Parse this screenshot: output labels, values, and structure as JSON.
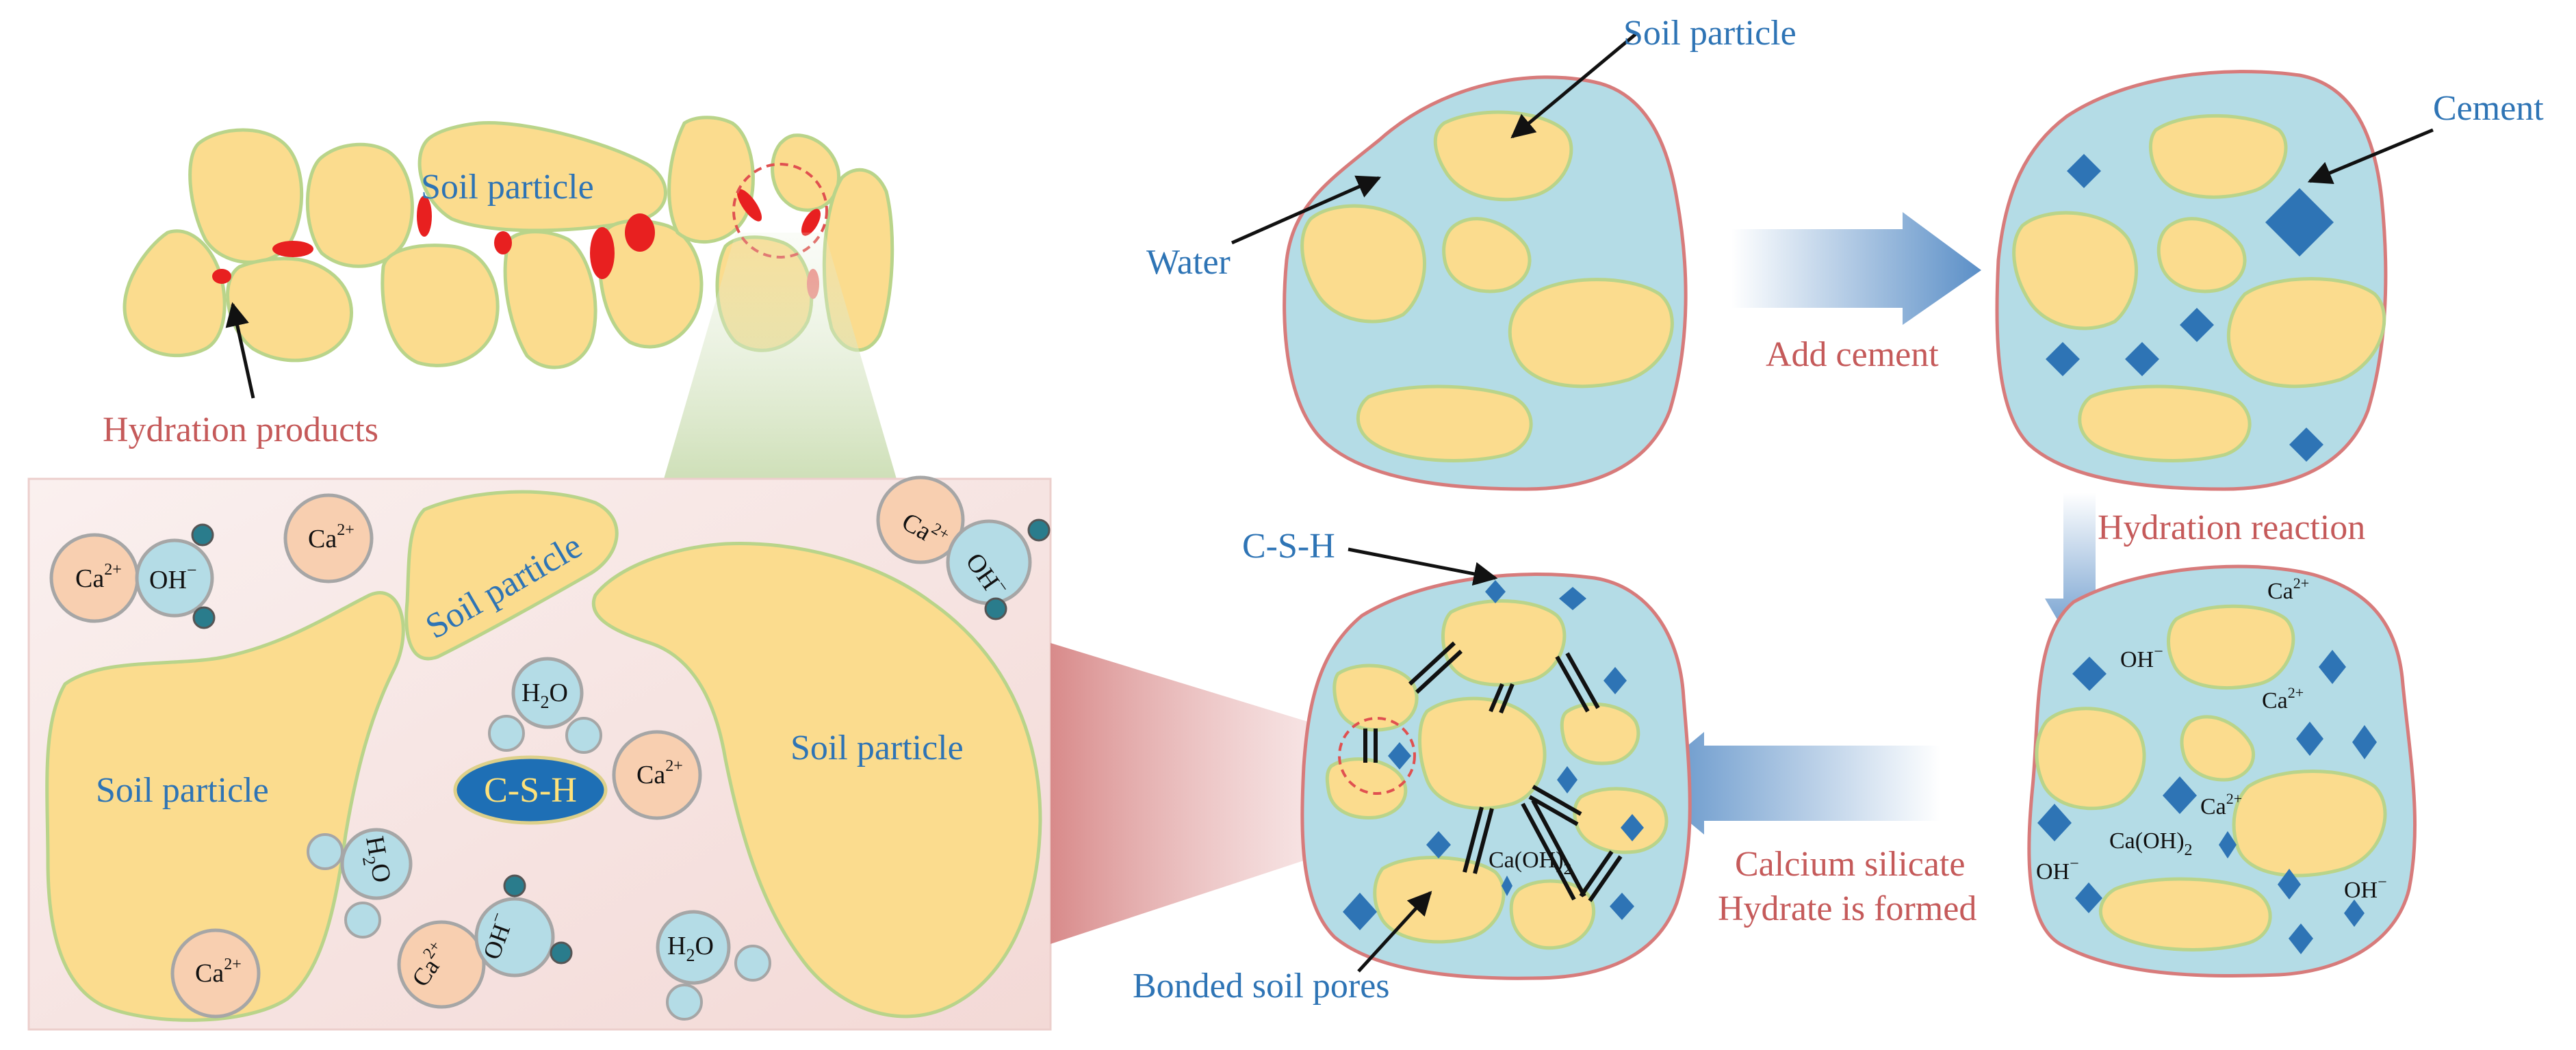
{
  "colors": {
    "soil": "#fbdc8e",
    "soil_edge": "#b9d48a",
    "pore_water": "#b4dce6",
    "cell_edge": "#d77b7b",
    "cement": "#2e74b5",
    "blue_text": "#2e74b5",
    "red_text": "#c55a5a",
    "hydration_product": "#e02020",
    "zoom_bg": "#f8e6e3",
    "csh_ellipse": "#1e6fb5"
  },
  "top_left": {
    "soil_particle": "Soil particle",
    "hydration_products": "Hydration products"
  },
  "zoom_box": {
    "soil_particle_left": "Soil particle",
    "soil_particle_small": "Soil particle",
    "soil_particle_right": "Soil particle",
    "csh": "C-S-H",
    "ca": "Ca",
    "ca_charge": "2+",
    "oh": "OH",
    "oh_charge": "−",
    "h2o_h": "H",
    "h2o_sub": "2",
    "h2o_o": "O"
  },
  "stages": {
    "soil_particle": "Soil particle",
    "water": "Water",
    "add_cement": "Add cement",
    "cement": "Cement",
    "hydration_reaction": "Hydration reaction",
    "calcium_silicate": "Calcium silicate",
    "hydrate_formed": "Hydrate is formed",
    "csh": "C-S-H",
    "bonded_soil_pores": "Bonded soil pores",
    "ca_oh": "Ca(OH)",
    "ca_oh_sub": "2",
    "ca": "Ca",
    "ca_charge": "2+",
    "oh": "OH",
    "oh_charge": "−"
  }
}
